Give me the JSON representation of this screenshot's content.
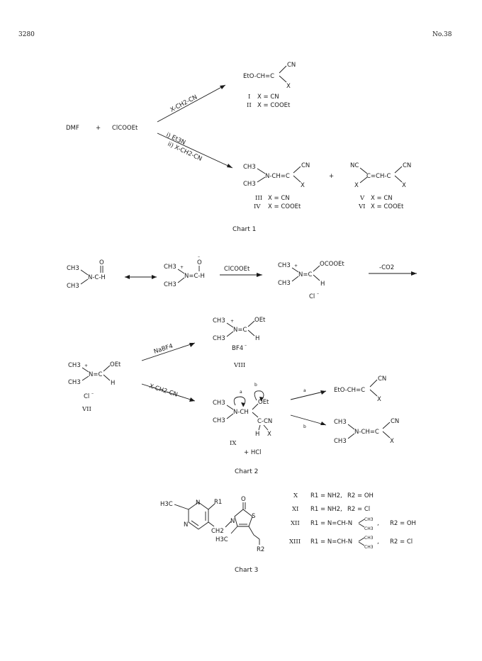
{
  "header": {
    "page_number": "3280",
    "issue": "No.38"
  },
  "chart1": {
    "caption": "Chart 1",
    "reactant_a": "DMF",
    "plus": "+",
    "reactant_b": "ClCOOEt",
    "upper_reagent": "X-CH2-CN",
    "lower_reagent_1": "i) Et3N",
    "lower_reagent_2": "ii) X-CH2-CN",
    "product_I_II": "EtO-CH=C",
    "cn": "CN",
    "x": "X",
    "label_I": "I",
    "def_I": "X = CN",
    "label_II": "II",
    "def_II": "X = COOEt",
    "product_III_IV": "N-CH=C",
    "ch3": "CH3",
    "label_III": "III",
    "def_III": "X = CN",
    "label_IV": "IV",
    "def_IV": "X = COOEt",
    "nc": "NC",
    "product_V_VI": "C=CH-C",
    "label_V": "V",
    "def_V": "X = CN",
    "label_VI": "VI",
    "def_VI": "X = COOEt"
  },
  "chart2": {
    "caption": "Chart 2",
    "amide": "N-C-H",
    "o": "O",
    "h": "H",
    "iminium": "N=C-H",
    "reagent1": "ClCOOEt",
    "intermediate": "N=C",
    "ococoet": "OCOOEt",
    "cl_minus": "Cl",
    "minus_co2": "-CO2",
    "vii_core": "N=C",
    "oet": "OEt",
    "label_VII": "VII",
    "nabf4": "NaBF4",
    "viii_core": "N=C",
    "bf4": "BF4",
    "label_VIII": "VIII",
    "xch2cn": "X-CH2-CN",
    "ix_core": "N-CH",
    "c_cn": "C-CN",
    "a": "a",
    "b": "b",
    "label_IX": "IX",
    "hcl": "+ HCl",
    "prod_a": "EtO-CH=C",
    "prod_b": "N-CH=C"
  },
  "chart3": {
    "caption": "Chart 3",
    "h3c": "H3C",
    "r1": "R1",
    "n": "N",
    "o": "O",
    "s": "S",
    "ch2": "CH2",
    "r2": "R2",
    "rows": [
      {
        "label": "X",
        "r1": "R1 = NH2,",
        "r2": "R2 = OH"
      },
      {
        "label": "XI",
        "r1": "R1 = NH2,",
        "r2": "R2 = Cl"
      },
      {
        "label": "XII",
        "r1": "R1 = N=CH-N",
        "r2": "R2 = OH"
      },
      {
        "label": "XIII",
        "r1": "R1 = N=CH-N",
        "r2": "R2 = Cl"
      }
    ]
  }
}
